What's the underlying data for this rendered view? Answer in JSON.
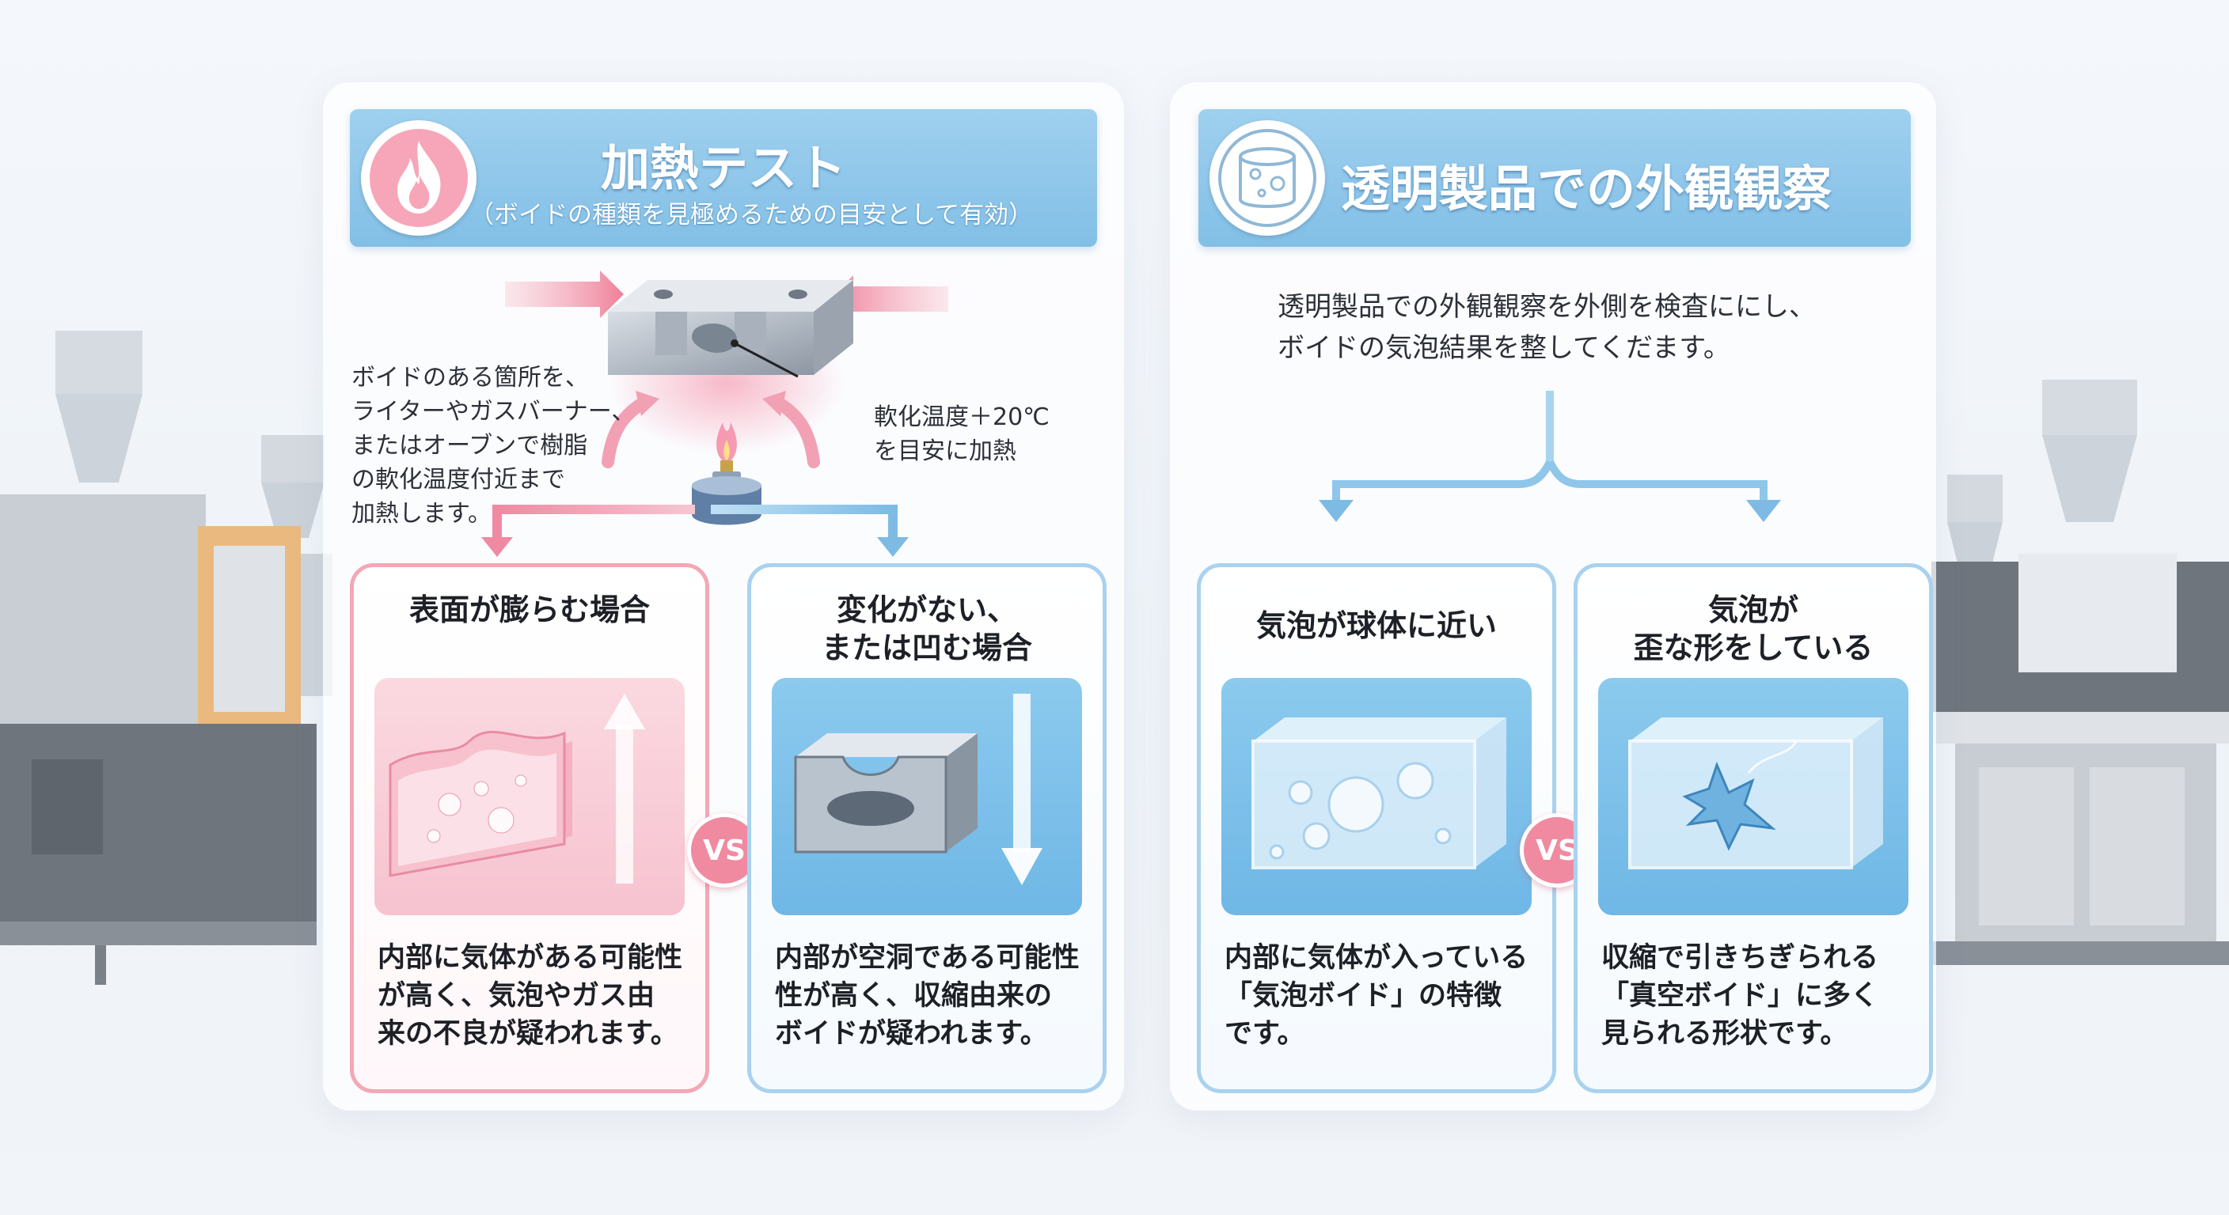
{
  "heat_test": {
    "title": "加熱テスト",
    "subtitle": "（ボイドの種類を見極めるための目安として有効）",
    "procedure": "ボイドのある箇所を、\nライターやガスバーナー、\nまたはオーブンで樹脂\nの軟化温度付近まで\n加熱します。",
    "temperature_note": "軟化温度＋20℃\nを目安に加熱",
    "cases": [
      {
        "title": "表面が膨らむ場合",
        "description": "内部に気体がある可能性\nが高く、気泡やガス由\n来の不良が疑われます。"
      },
      {
        "title": "変化がない、\nまたは凹む場合",
        "description": "内部が空洞である可能性\n性が高く、収縮由来の\nボイドが疑われます。"
      }
    ],
    "vs_label": "VS"
  },
  "visual_inspection": {
    "title": "透明製品での外観観察",
    "intro": "透明製品での外観観察を外側を検査ににし、\nボイドの気泡結果を整してくだます。",
    "cases": [
      {
        "title": "気泡が球体に近い",
        "description": "内部に気体が入っている\n「気泡ボイド」の特徴\nです。"
      },
      {
        "title": "気泡が\n歪な形をしている",
        "description": "収縮で引きちぎられる\n「真空ボイド」に多く\n見られる形状です。"
      }
    ],
    "vs_label": "VS"
  },
  "icons": [
    "flame-icon",
    "bubble-cylinder-icon"
  ],
  "colors": {
    "header": "#8cc6ea",
    "pink": "#f2a8b6",
    "blue": "#a9d2ee",
    "vs": "#f08aa0"
  }
}
